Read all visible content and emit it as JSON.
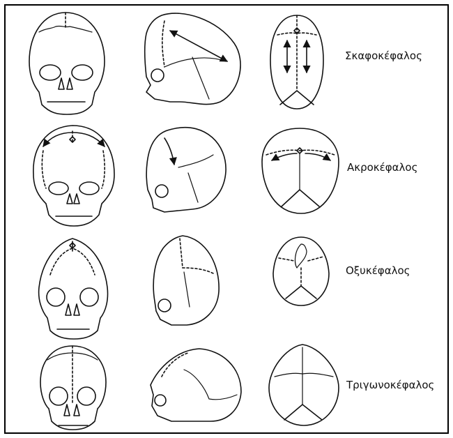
{
  "rows": [
    {
      "label": "Σκαφοκέφαλος"
    },
    {
      "label": "Ακροκέφαλος"
    },
    {
      "label": "Οξυκέφαλος"
    },
    {
      "label": "Τριγωνοκέφαλος"
    }
  ],
  "colors": {
    "line": "#111111",
    "frame": "#000000",
    "background": "#ffffff"
  }
}
